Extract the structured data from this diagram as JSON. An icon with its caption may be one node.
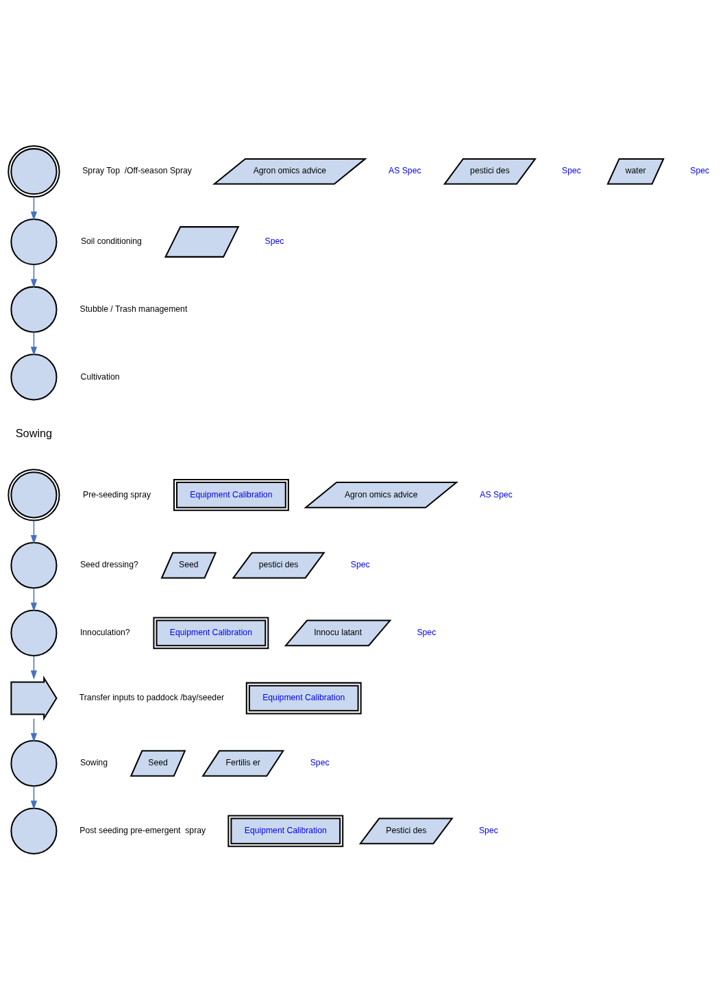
{
  "diagram": {
    "nodes": [
      {
        "text": [],
        "shape": "circle",
        "beside": [
          "Spray Top  /Off-season Spray"
        ]
      },
      {
        "text": [
          "Agron omics advice"
        ],
        "beside": [
          "AS Spec"
        ]
      },
      {
        "text": [
          "pestici des"
        ],
        "beside": [
          "Spec"
        ]
      },
      {
        "text": [
          "water"
        ],
        "beside": [
          "Spec"
        ]
      },
      {
        "text": [],
        "shape": "circle",
        "beside": [
          "Soil conditioning"
        ]
      },
      {
        "text": [],
        "shape": "parallelogram",
        "beside": [
          "Spec"
        ]
      },
      {
        "text": [],
        "shape": "circle",
        "beside": [
          "Stubble / Trash management"
        ]
      },
      {
        "text": [],
        "shape": "circle",
        "beside": [
          "Cultivation"
        ]
      },
      {
        "text": [],
        "shape": "circle",
        "beside": [
          "Pre-seeding spray"
        ]
      },
      {
        "text": [
          "Equipment Calibration"
        ]
      },
      {
        "text": [
          "Agron omics advice"
        ],
        "beside": [
          "AS Spec"
        ]
      },
      {
        "text": [],
        "shape": "circle",
        "beside": [
          "Seed dressing?"
        ]
      },
      {
        "text": [
          "Seed"
        ]
      },
      {
        "text": [
          "pestici des"
        ],
        "beside": [
          "Spec"
        ]
      },
      {
        "text": [],
        "shape": "circle",
        "beside": [
          "Innoculation?"
        ]
      },
      {
        "text": [
          "Equipment Calibration"
        ]
      },
      {
        "text": [
          "Innocu latant"
        ],
        "beside": [
          "Spec"
        ]
      },
      {
        "text": [],
        "shape": "arrow",
        "beside": [
          "Transfer inputs to paddock /bay/seeder"
        ]
      },
      {
        "text": [
          "Equipment Calibration"
        ]
      },
      {
        "text": [],
        "shape": "circle",
        "beside": [
          "Sowing"
        ]
      },
      {
        "text": [
          "Seed"
        ]
      },
      {
        "text": [
          "Fertilis er"
        ],
        "beside": [
          "Spec"
        ]
      },
      {
        "text": [],
        "shape": "circle",
        "beside": [
          "Post seeding pre-emergent  spray"
        ]
      },
      {
        "text": [
          "Equipment Calibration"
        ]
      },
      {
        "text": [
          "Pestici des"
        ],
        "beside": [
          "Spec"
        ]
      }
    ],
    "edges": [
      {
        "from": 0,
        "to": 4,
        "arrow": "to"
      },
      {
        "from": 4,
        "to": 6,
        "arrow": "to"
      },
      {
        "from": 6,
        "to": 7,
        "arrow": "to"
      },
      {
        "from": 8,
        "to": 11,
        "arrow": "to"
      },
      {
        "from": 11,
        "to": 14,
        "arrow": "to"
      },
      {
        "from": 14,
        "to": 17,
        "arrow": "to"
      },
      {
        "from": 17,
        "to": 19,
        "arrow": "to"
      },
      {
        "from": 19,
        "to": 22,
        "arrow": "to"
      }
    ],
    "labels": [
      "Sowing"
    ]
  }
}
